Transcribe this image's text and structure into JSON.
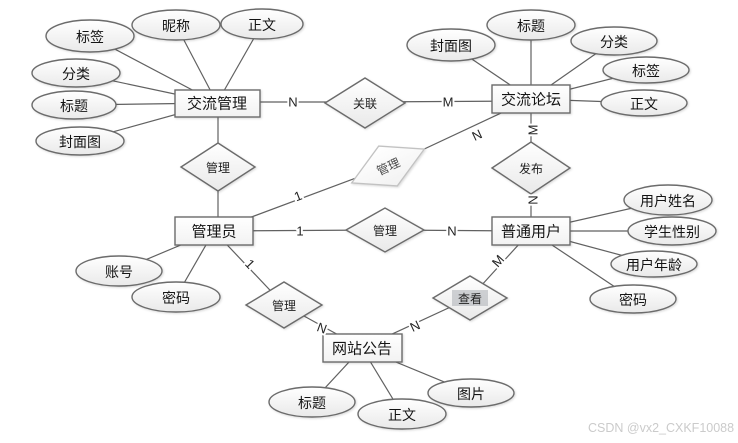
{
  "diagram_type": "entity-relationship",
  "colors": {
    "background": "#ffffff",
    "shape_stroke": "#6b6b6b",
    "shape_fill_top": "#ffffff",
    "shape_fill_bottom": "#e9e9e9",
    "edge_stroke": "#616161",
    "faded_shape_stroke": "#c2c2c2",
    "watermark_text": "#cbcbcb"
  },
  "entities": [
    {
      "label": "交流管理"
    },
    {
      "label": "交流论坛"
    },
    {
      "label": "管理员"
    },
    {
      "label": "普通用户"
    },
    {
      "label": "网站公告"
    }
  ],
  "relationships": [
    {
      "label": "关联"
    },
    {
      "label": "管理"
    },
    {
      "label": "管理"
    },
    {
      "label": "发布"
    },
    {
      "label": "管理"
    },
    {
      "label": "管理"
    },
    {
      "label": "查看"
    }
  ],
  "attributes": {
    "exchange_management": [
      "标签",
      "昵称",
      "正文",
      "分类",
      "标题",
      "封面图"
    ],
    "exchange_forum": [
      "封面图",
      "标题",
      "分类",
      "标签",
      "正文"
    ],
    "administrator": [
      "账号",
      "密码"
    ],
    "ordinary_user": [
      "用户姓名",
      "学生性别",
      "用户年龄",
      "密码"
    ],
    "site_announcement": [
      "标题",
      "正文",
      "图片"
    ]
  },
  "cardinalities": {
    "assoc_left": "N",
    "assoc_right": "M",
    "forum_admin_n": "N",
    "forum_admin_1": "1",
    "publish_m": "M",
    "publish_n": "N",
    "manage_user_1": "1",
    "manage_user_n": "N",
    "manage_ann_1": "1",
    "manage_ann_n": "N",
    "view_m": "M",
    "view_n": "N"
  },
  "watermark": "CSDN @vx2_CXKF10088"
}
